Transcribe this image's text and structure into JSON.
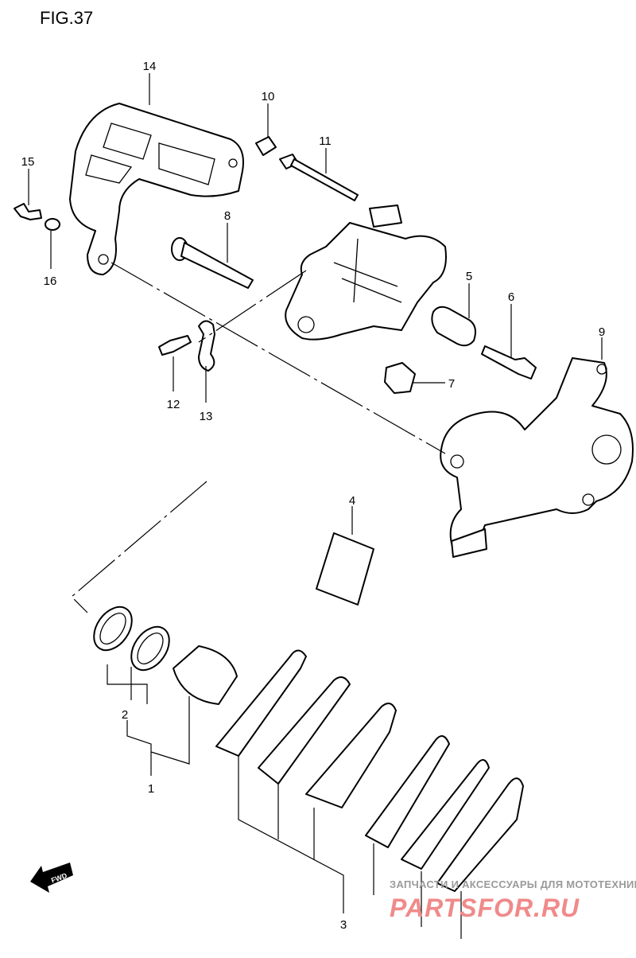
{
  "figure": {
    "title": "FIG.37"
  },
  "callouts": {
    "c1": "1",
    "c2": "2",
    "c3": "3",
    "c4": "4",
    "c5": "5",
    "c6": "6",
    "c7": "7",
    "c8": "8",
    "c9": "9",
    "c10": "10",
    "c11": "11",
    "c12": "12",
    "c13": "13",
    "c14": "14",
    "c15": "15",
    "c16": "16"
  },
  "fwd_label": "FWD",
  "watermark": {
    "tagline": "ЗАПЧАСТИ И АКСЕССУАРЫ ДЛЯ МОТОТЕХНИКИ",
    "brand": "PARTSFOR.RU"
  }
}
